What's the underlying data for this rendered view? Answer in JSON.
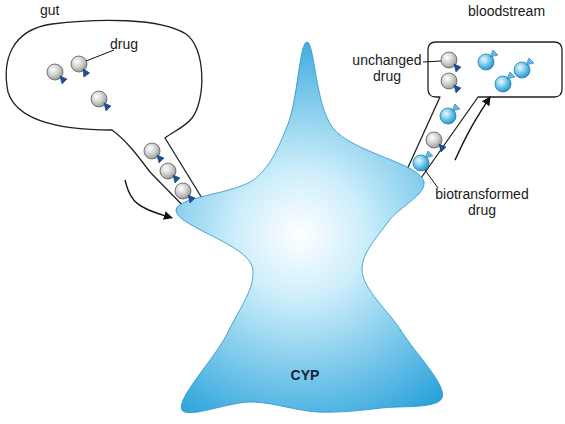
{
  "diagram": {
    "nodes": [
      {
        "text": [
          "gut"
        ]
      },
      {
        "text": [
          "bloodstream"
        ]
      },
      {
        "text": [
          "CYP"
        ]
      }
    ],
    "edges": [
      {
        "from": 0,
        "to": 2,
        "arrow": "to"
      },
      {
        "from": 2,
        "to": 1,
        "arrow": "to"
      }
    ],
    "labels": [
      "drug",
      "unchanged drug",
      "biotransformed drug"
    ]
  }
}
